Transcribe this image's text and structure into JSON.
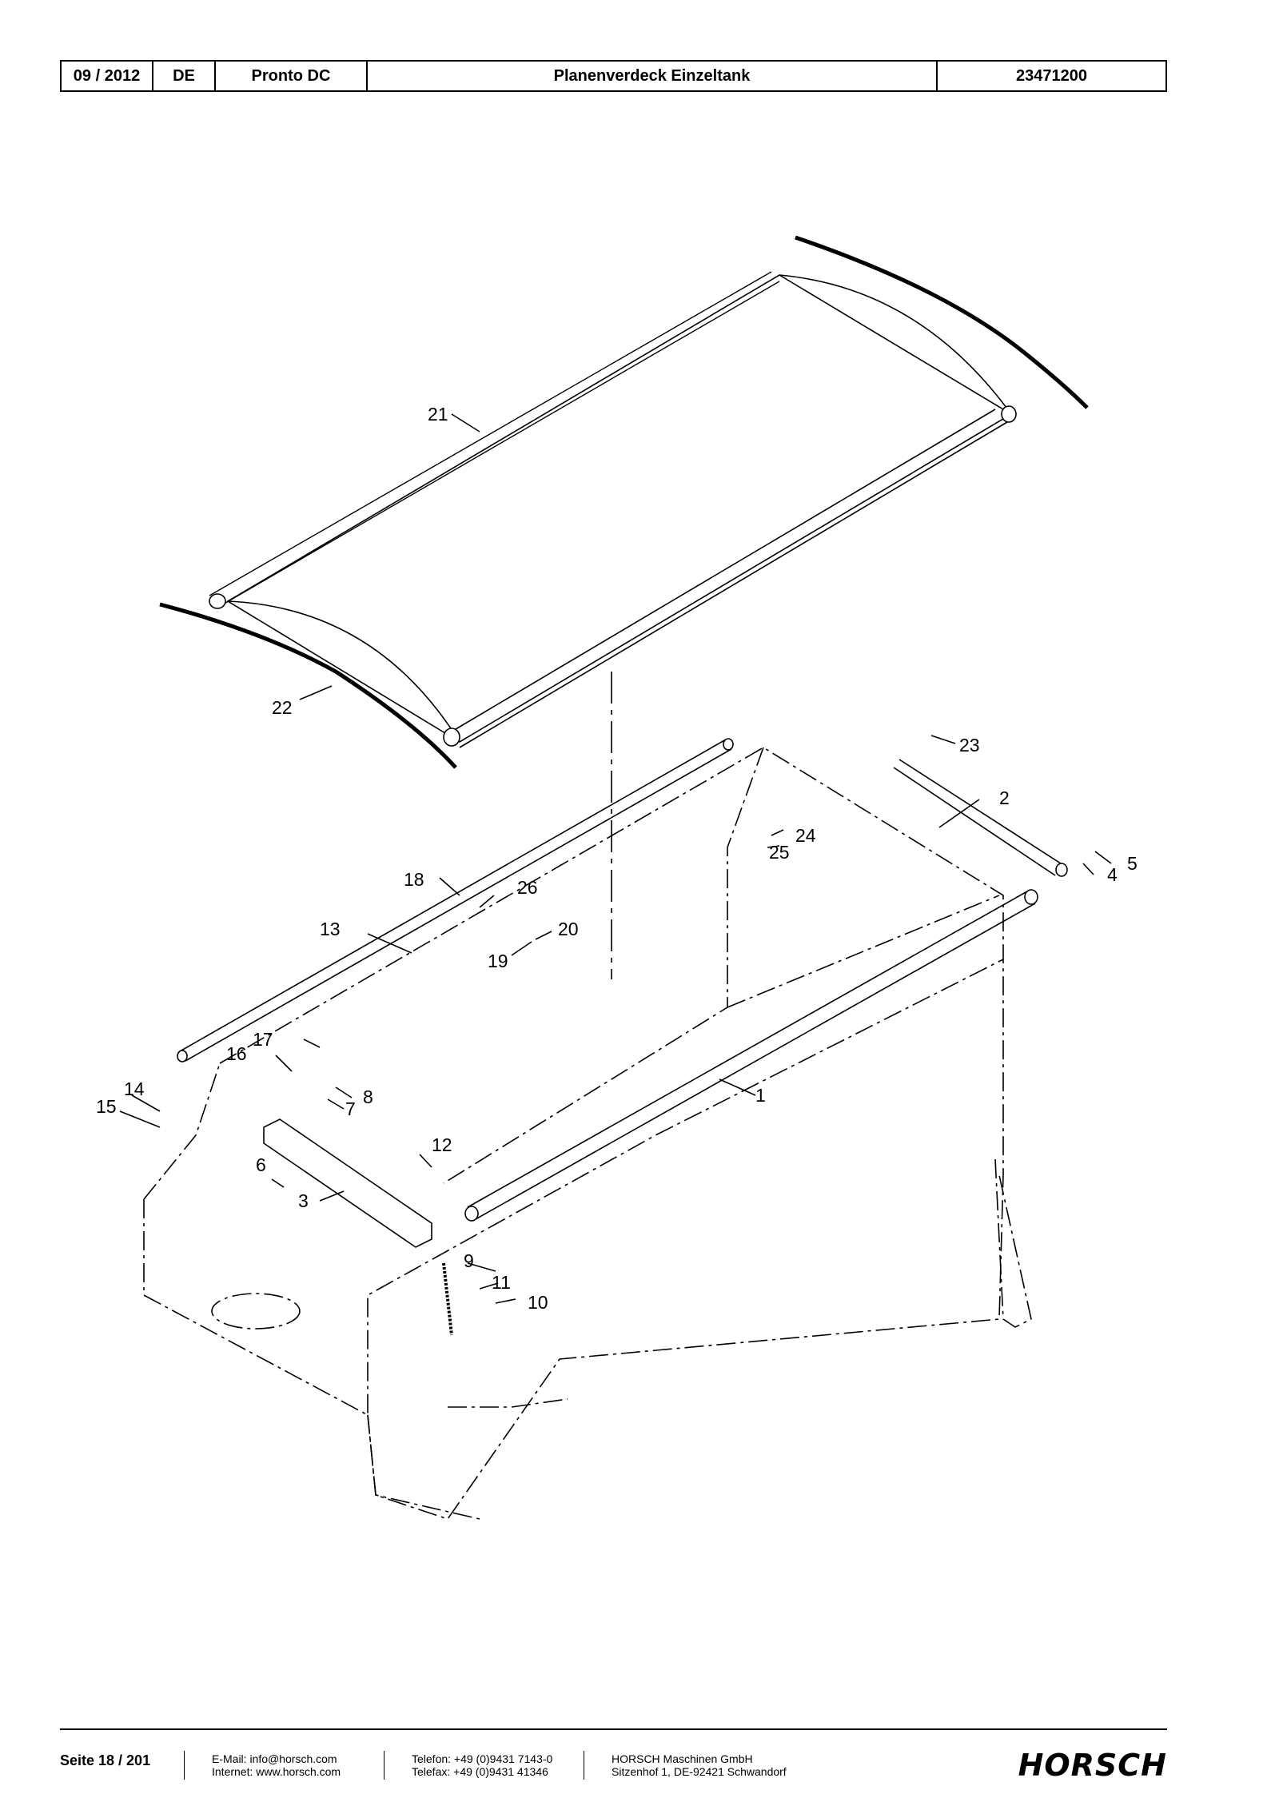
{
  "header": {
    "date": "09 / 2012",
    "language": "DE",
    "model": "Pronto DC",
    "title": "Planenverdeck Einzeltank",
    "part_number": "23471200"
  },
  "callouts": [
    {
      "id": "c21",
      "label": "21"
    },
    {
      "id": "c22",
      "label": "22"
    },
    {
      "id": "c23",
      "label": "23"
    },
    {
      "id": "c2",
      "label": "2"
    },
    {
      "id": "c24",
      "label": "24"
    },
    {
      "id": "c25",
      "label": "25"
    },
    {
      "id": "c5",
      "label": "5"
    },
    {
      "id": "c4",
      "label": "4"
    },
    {
      "id": "c18",
      "label": "18"
    },
    {
      "id": "c26",
      "label": "26"
    },
    {
      "id": "c13",
      "label": "13"
    },
    {
      "id": "c20",
      "label": "20"
    },
    {
      "id": "c19",
      "label": "19"
    },
    {
      "id": "c17",
      "label": "17"
    },
    {
      "id": "c16",
      "label": "16"
    },
    {
      "id": "c14",
      "label": "14"
    },
    {
      "id": "c8",
      "label": "8"
    },
    {
      "id": "c15",
      "label": "15"
    },
    {
      "id": "c7",
      "label": "7"
    },
    {
      "id": "c1",
      "label": "1"
    },
    {
      "id": "c6",
      "label": "6"
    },
    {
      "id": "c12",
      "label": "12"
    },
    {
      "id": "c3",
      "label": "3"
    },
    {
      "id": "c9",
      "label": "9"
    },
    {
      "id": "c11",
      "label": "11"
    },
    {
      "id": "c10",
      "label": "10"
    }
  ],
  "footer": {
    "page": "Seite 18 / 201",
    "email": "E-Mail: info@horsch.com",
    "internet": "Internet: www.horsch.com",
    "phone": "Telefon: +49 (0)9431 7143-0",
    "fax": "Telefax: +49 (0)9431 41346",
    "company": "HORSCH Maschinen GmbH",
    "address": "Sitzenhof 1, DE-92421 Schwandorf",
    "logo": "HORSCH"
  }
}
